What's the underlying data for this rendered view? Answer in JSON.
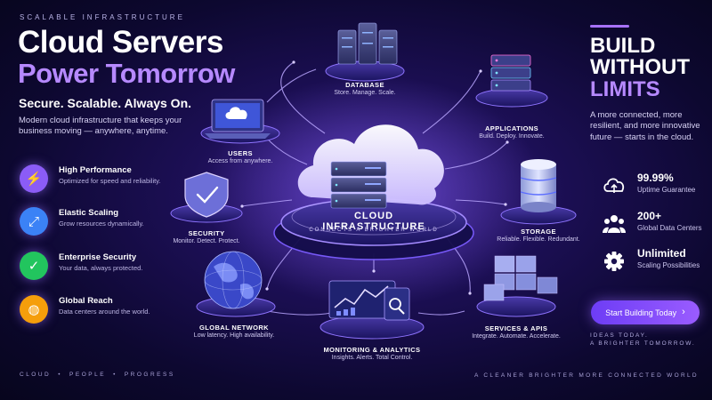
{
  "header": {
    "tagline": "SCALABLE INFRASTRUCTURE",
    "title_line1": "Cloud Servers",
    "title_line2": "Power Tomorrow",
    "subhead": "Secure. Scalable. Always On.",
    "intro": "Modern cloud infrastructure that keeps your business moving — anywhere, anytime."
  },
  "features": [
    {
      "icon": "lightning-icon",
      "color": "#8b5cf6",
      "glyph": "⚡",
      "title": "High Performance",
      "desc": "Optimized for speed and reliability."
    },
    {
      "icon": "expand-arrows-icon",
      "color": "#3b82f6",
      "glyph": "⤢",
      "title": "Elastic Scaling",
      "desc": "Grow resources dynamically."
    },
    {
      "icon": "shield-check-icon",
      "color": "#22c55e",
      "glyph": "✓",
      "title": "Enterprise Security",
      "desc": "Your data, always protected."
    },
    {
      "icon": "globe-icon",
      "color": "#f59e0b",
      "glyph": "◍",
      "title": "Global Reach",
      "desc": "Data centers around the world."
    }
  ],
  "footer_left": [
    "CLOUD",
    "PEOPLE",
    "PROGRESS"
  ],
  "right": {
    "headline_line1": "BUILD",
    "headline_line2": "WITHOUT",
    "headline_line3": "LIMITS",
    "desc": "A more connected, more resilient, and more innovative future — starts in the cloud.",
    "stats": [
      {
        "icon": "cloud-upload-icon",
        "value": "99.99%",
        "label": "Uptime Guarantee"
      },
      {
        "icon": "people-icon",
        "value": "200+",
        "label": "Global Data Centers"
      },
      {
        "icon": "gear-icon",
        "value": "Unlimited",
        "label": "Scaling Possibilities"
      }
    ],
    "cta_label": "Start Building Today",
    "ideas_line1": "IDEAS TODAY.",
    "ideas_line2": "A BRIGHTER TOMORROW."
  },
  "footer_right": "A CLEANER BRIGHTER MORE CONNECTED WORLD",
  "hub": {
    "title_line1": "CLOUD",
    "title_line2": "INFRASTRUCTURE",
    "subtitle": "CONNECTS A BRIGHTER WORLD"
  },
  "nodes": [
    {
      "key": "database",
      "icon": "database-server-icon",
      "title": "DATABASE",
      "desc": "Store. Manage. Scale."
    },
    {
      "key": "applications",
      "icon": "applications-server-icon",
      "title": "APPLICATIONS",
      "desc": "Build. Deploy. Innovate."
    },
    {
      "key": "users",
      "icon": "laptop-cloud-icon",
      "title": "USERS",
      "desc": "Access from anywhere."
    },
    {
      "key": "storage",
      "icon": "storage-cylinder-icon",
      "title": "STORAGE",
      "desc": "Reliable. Flexible. Redundant."
    },
    {
      "key": "security",
      "icon": "security-shield-icon",
      "title": "SECURITY",
      "desc": "Monitor. Detect. Protect."
    },
    {
      "key": "global",
      "icon": "globe-network-icon",
      "title": "GLOBAL NETWORK",
      "desc": "Low latency. High availability."
    },
    {
      "key": "services",
      "icon": "services-blocks-icon",
      "title": "SERVICES & APIS",
      "desc": "Integrate. Automate. Accelerate."
    },
    {
      "key": "monitoring",
      "icon": "monitoring-dashboard-icon",
      "title": "MONITORING & ANALYTICS",
      "desc": "Insights. Alerts. Total Control."
    }
  ],
  "colors": {
    "accent": "#b689ff",
    "platform": "#6f4cff",
    "glow": "#8a6bff"
  }
}
